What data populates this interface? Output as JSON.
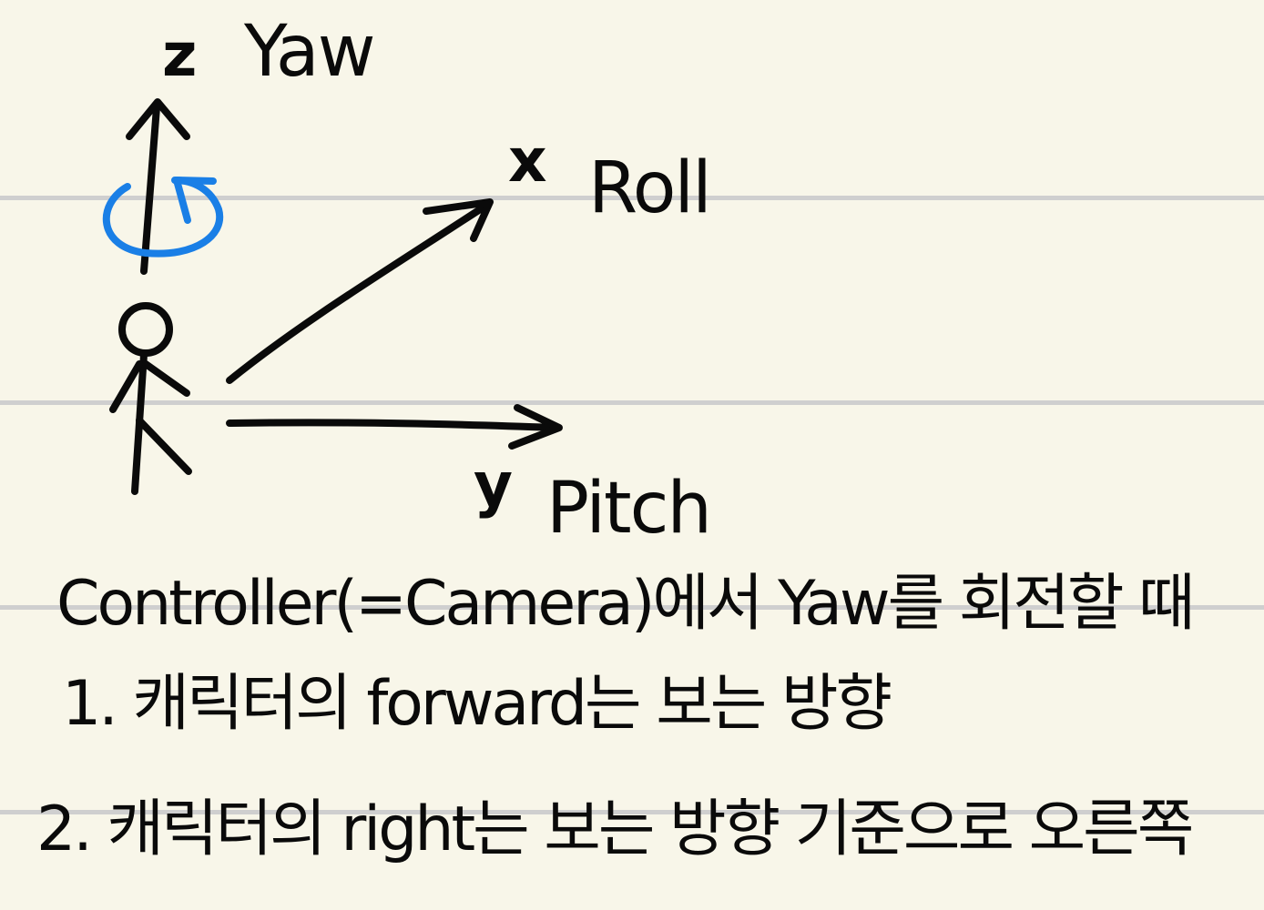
{
  "colors": {
    "paper": "#f8f6e9",
    "rule_line": "#cfcfcf",
    "ink": "#0a0a0a",
    "rotation_arrow": "#1a7fe6"
  },
  "axes": {
    "z": {
      "letter": "z",
      "rotation": "Yaw"
    },
    "x": {
      "letter": "x",
      "rotation": "Roll"
    },
    "y": {
      "letter": "y",
      "rotation": "Pitch"
    }
  },
  "icons": {
    "figure": "stick-figure-icon",
    "rotation": "circular-arrow-icon"
  },
  "notes": {
    "heading": "Controller(=Camera)에서 Yaw를 회전할 때",
    "line1": "1. 캐릭터의 forward는 보는 방향",
    "line2": "2. 캐릭터의 right는 보는 방향 기준으로 오른쪽"
  }
}
